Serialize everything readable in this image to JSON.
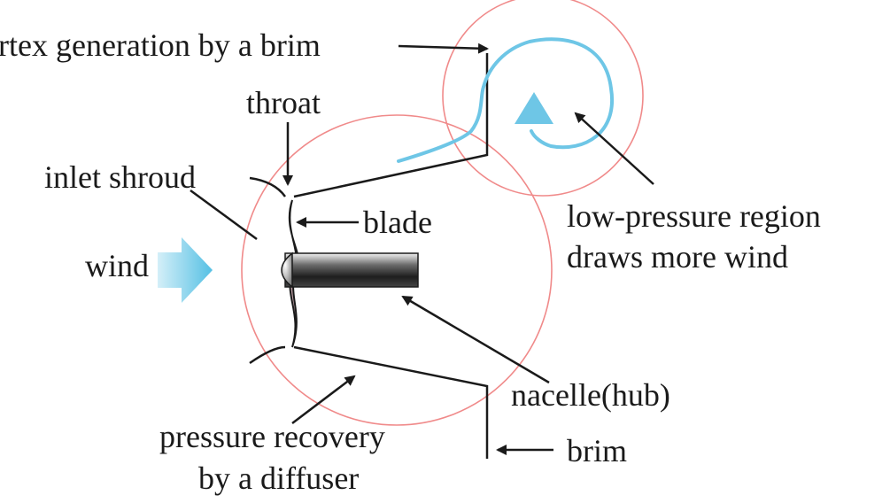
{
  "labels": {
    "vortex": "rtex generation by a brim",
    "throat": "throat",
    "inlet_shroud": "inlet shroud",
    "blade": "blade",
    "wind": "wind",
    "low_pressure_line1": "low-pressure region",
    "low_pressure_line2": "draws more wind",
    "nacelle": "nacelle(hub)",
    "brim": "brim",
    "pressure_line1": "pressure recovery",
    "pressure_line2": "by a diffuser"
  },
  "colors": {
    "wind_arrow": "#7fd0ea",
    "vortex_curve": "#6ec6e6",
    "region_circles": "#f08a8a",
    "lines": "#1a1a1a"
  }
}
